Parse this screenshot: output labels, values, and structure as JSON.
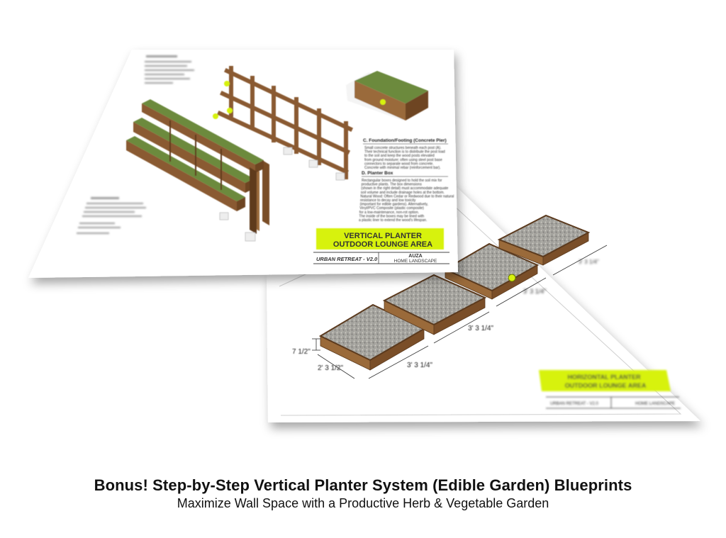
{
  "sheet_back": {
    "section_c_title": "C. Foundation/Footing (Concrete Pier)",
    "section_c_lines": [
      "Small concrete structures beneath each post (A).",
      "Their technical function is to distribute the post load",
      "to the soil and keep the wood posts elevated",
      "from ground moisture; often using steel post base",
      "connectors to separate wood from concrete.",
      "Concrete with minimal rebar (reinforcement bar)."
    ],
    "section_d_title": "D. Planter Box",
    "section_d_lines": [
      "Rectangular boxes designed to hold the soil mix for",
      "productive plants. The box dimensions",
      "(shown in the right detail) must accommodate adequate",
      "soil volume and include drainage holes at the bottom.",
      "Natural Wood: Often Cedar or Redwood due to their natural",
      "resistance to decay and low toxicity",
      "(important for edible gardens). Alternatively,",
      "Vinyl/PVC Composite (plastic composite)",
      "for a low-maintenance, non-rot option.",
      "The inside of the boxes may be lined with",
      "a plastic liner to extend the wood's lifespan."
    ],
    "title_line1": "VERTICAL PLANTER",
    "title_line2": "OUTDOOR LOUNGE AREA",
    "project_label": "URBAN RETREAT - V2.0",
    "brand_line1": "AUZA",
    "brand_line2": "HOME LANDSCAPE"
  },
  "sheet_front": {
    "dim_height": "7 1/2\"",
    "dim_width": "2' 3 1/2\"",
    "dim_length": "3' 3 1/4\"",
    "dim_length_2": "3' 3 1/4\"",
    "dim_length_3": "3' 3 1/4\"",
    "dim_length_4": "3' 3 1/4\"",
    "title_line1": "HORIZONTAL PLANTER",
    "title_line2": "OUTDOOR LOUNGE AREA",
    "project_label": "URBAN RETREAT - V2.0",
    "brand_label": "HOME LANDSCAPE"
  },
  "caption": {
    "title": "Bonus! Step-by-Step Vertical Planter System (Edible Garden) Blueprints",
    "subtitle": "Maximize Wall Space with a Productive Herb & Vegetable Garden"
  },
  "colors": {
    "accent_green": "#d7f20f",
    "wood": "#9a6a3a",
    "wood_dark": "#6e4522",
    "soil": "#a9a9a4",
    "greens": "#6c8a3d"
  }
}
